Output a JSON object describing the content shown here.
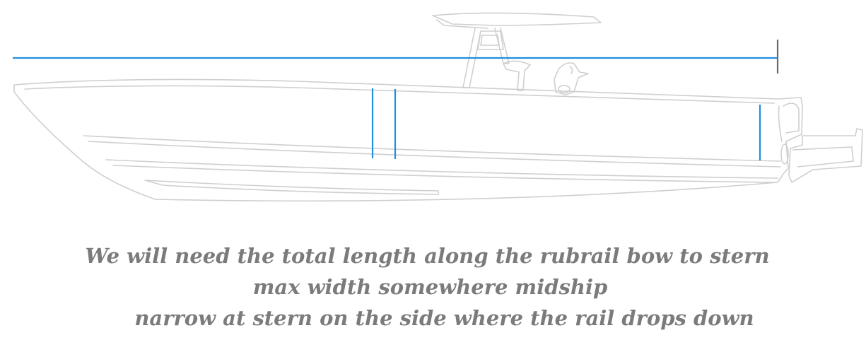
{
  "notes": {
    "line1": "We will need the total length along the rubrail bow to stern",
    "line2": "max width somewhere midship",
    "line3": "narrow at stern on the side where the rail drops down"
  },
  "colors": {
    "measurement_lines": "#1f8fe0",
    "boat_outline": "#cfcfcf",
    "caption_text": "#7b7b7b",
    "length_end_tick": "#6a6a6a"
  }
}
